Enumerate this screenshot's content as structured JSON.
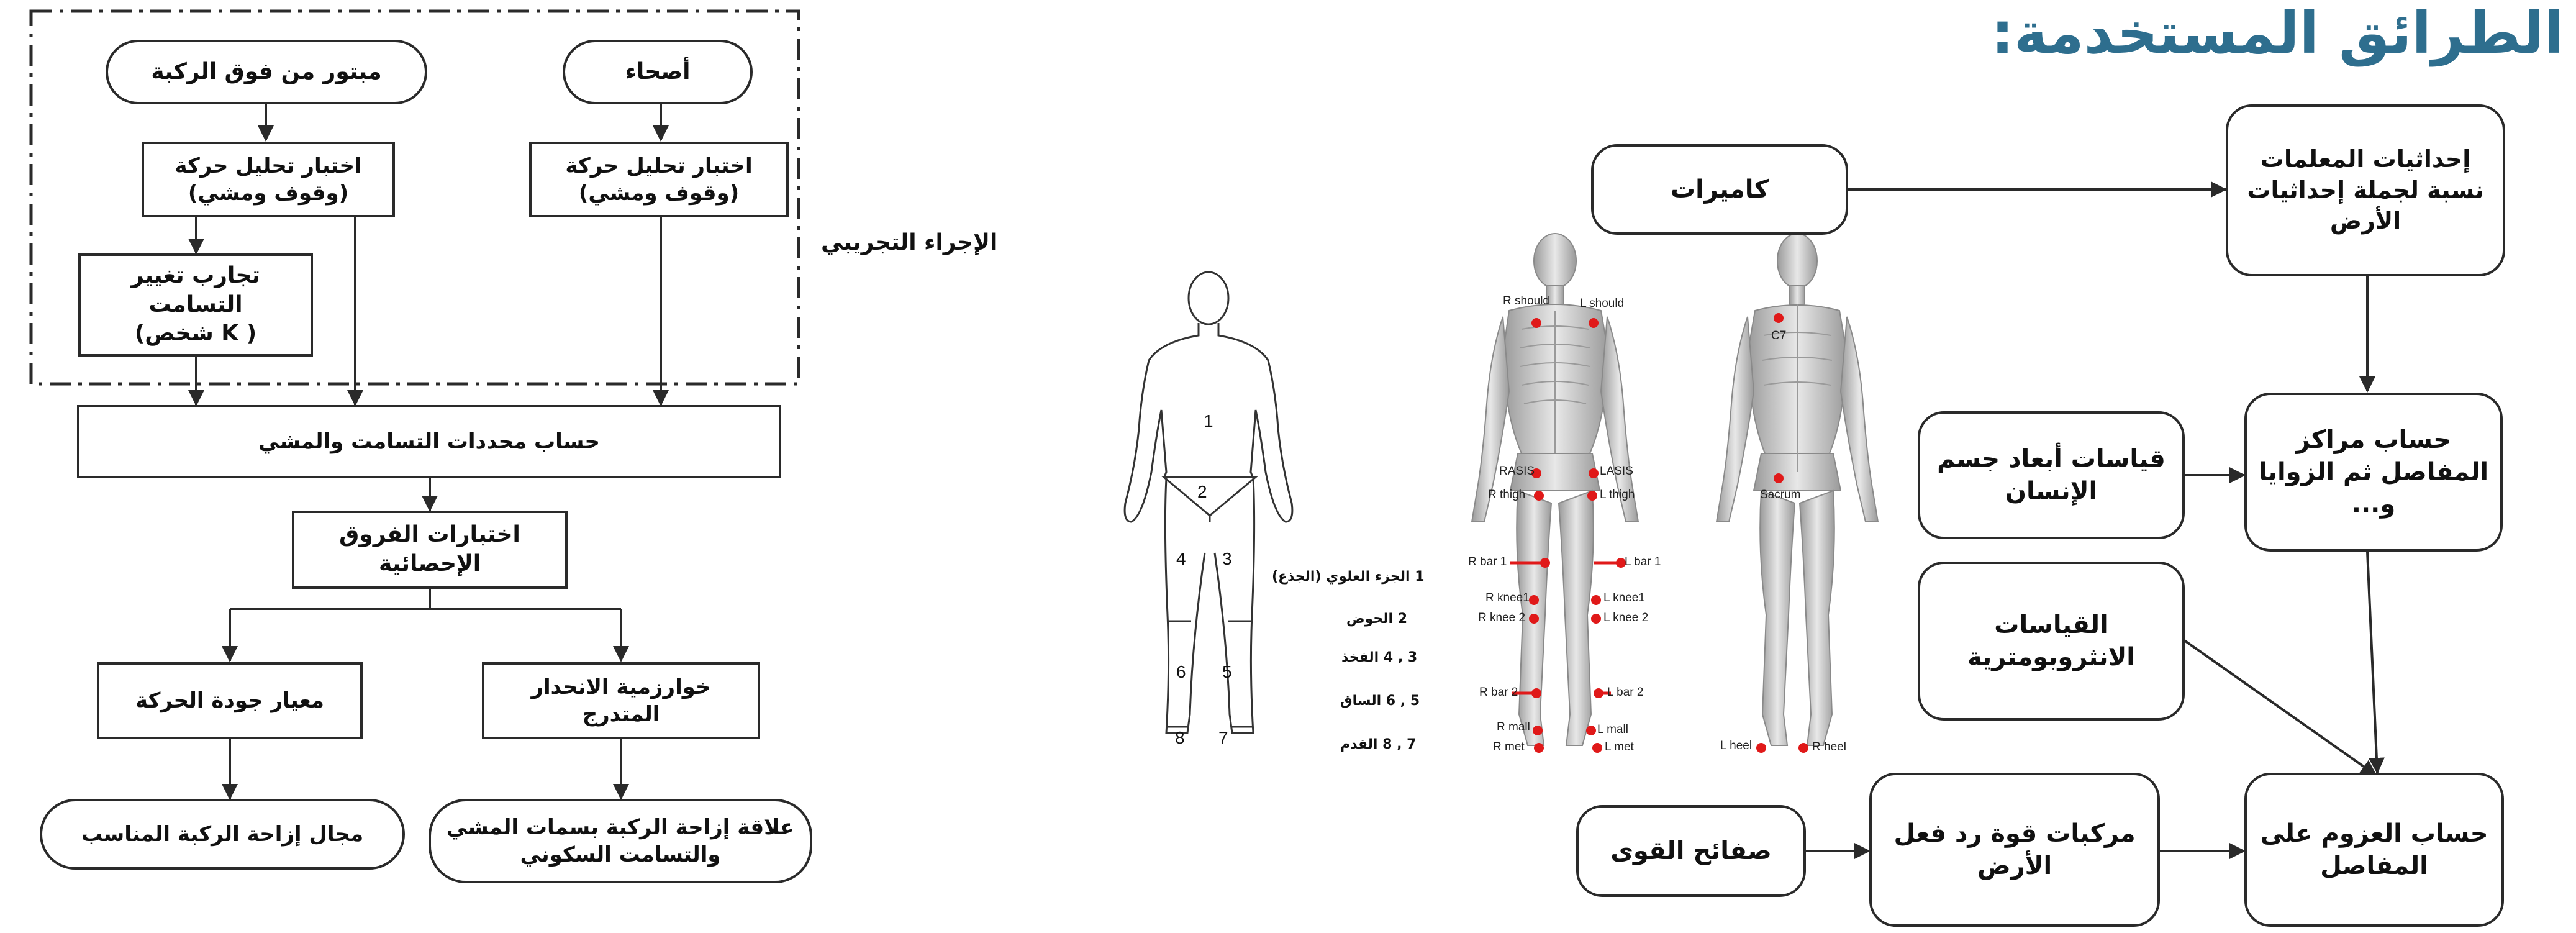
{
  "title": "الطرائق المستخدمة:",
  "left_flow": {
    "group_label": "الإجراء التجريبي",
    "amputee": "مبتور من فوق الركبة",
    "healthy": "أصحاء",
    "test_amputee": [
      "اختبار تحليل حركة",
      "(وقوف ومشي)"
    ],
    "test_healthy": [
      "اختبار تحليل حركة",
      "(وقوف ومشي)"
    ],
    "alignment_trials": [
      "تجارب تغيير التسامت",
      "( K شخص)"
    ],
    "compute_params": "حساب محددات التسامت والمشي",
    "stat_tests": [
      "اختبارات الفروق",
      "الإحصائية"
    ],
    "quality_index": "معيار جودة الحركة",
    "regression": "خوارزمية الانحدار المتدرج",
    "knee_range": "مجال إزاحة الركبة المناسب",
    "relation": [
      "علاقة إزاحة الركبة بسمات المشي",
      "والتسامت السكوني"
    ]
  },
  "segments": {
    "numbers": [
      "1",
      "2",
      "3",
      "4",
      "5",
      "6",
      "7",
      "8"
    ],
    "legend": [
      "1 الجزء العلوي (الجذع)",
      "2 الحوض",
      "3 , 4 الفخذ",
      "5 , 6 الساق",
      "7 , 8 القدم"
    ]
  },
  "markers": {
    "front": [
      "R should",
      "L should",
      "RASIS",
      "LASIS",
      "R thigh",
      "L thigh",
      "R bar 1",
      "L bar 1",
      "R knee1",
      "L knee1",
      "R knee 2",
      "L knee 2",
      "R bar 2",
      "L bar 2",
      "R mall",
      "L mall",
      "R met",
      "L met"
    ],
    "back": [
      "C7",
      "Sacrum",
      "L heel",
      "R heel"
    ],
    "marker_color": "#e01919"
  },
  "right_flow": {
    "cameras": "كاميرات",
    "coords": [
      "إحداثيات المعلمات",
      "نسبة لجملة إحداثيات",
      "الأرض"
    ],
    "body_dims": [
      "قياسات أبعاد جسم",
      "الإنسان"
    ],
    "joint_centers": [
      "حساب مراكز",
      "المفاصل ثم  الزوايا",
      "و..."
    ],
    "anthropometric": [
      "القياسات",
      "الانثروبومترية"
    ],
    "force_plates": "صفائح القوى",
    "grf": [
      "مركبات قوة  رد فعل",
      "الأرض"
    ],
    "joint_moments": [
      "حساب العزوم على",
      "المفاصل"
    ]
  },
  "colors": {
    "title": "#2e6e8e",
    "line": "#2a2a2a"
  }
}
